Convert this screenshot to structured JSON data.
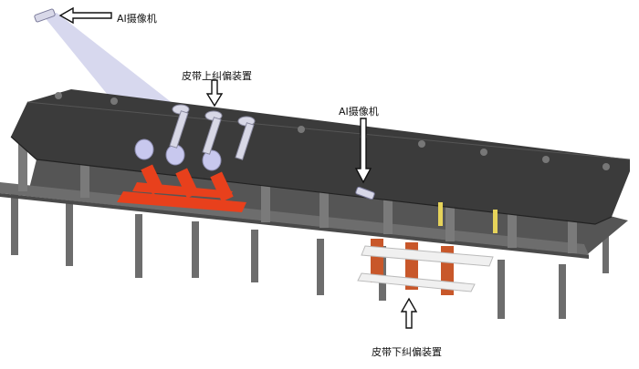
{
  "labels": {
    "camera_top": "AI摄像机",
    "upper_correction": "皮带上纠偏装置",
    "camera_mid": "AI摄像机",
    "lower_correction": "皮带下纠偏装置"
  },
  "colors": {
    "frame": "#6d6d6d",
    "frame_dark": "#4a4a4a",
    "belt_top": "#3b3b3b",
    "belt_lower": "#555555",
    "idler": "#8a8a8a",
    "correction_red": "#e8401c",
    "correction_orange": "#c8572a",
    "camera_beam": "#c9cbe8",
    "roller_lilac": "#c8c8ee"
  }
}
